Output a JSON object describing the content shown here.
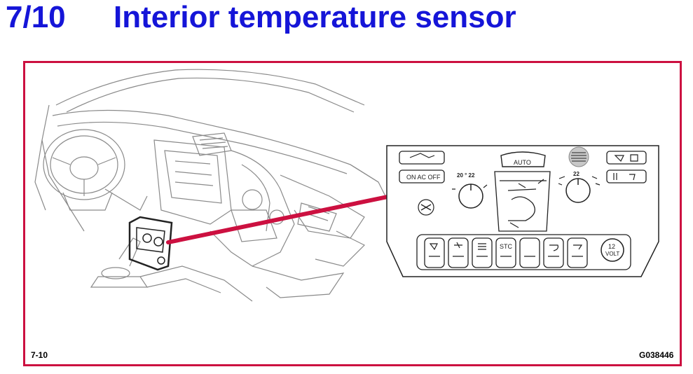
{
  "header": {
    "page_number": "7/10",
    "title": "Interior temperature sensor"
  },
  "figure": {
    "label_left": "7-10",
    "label_right": "G038446"
  },
  "panel": {
    "auto_label": "AUTO",
    "ac_label": "ON AC OFF",
    "stc_label": "STC",
    "volt_num": "12",
    "volt_label": "VOLT",
    "left_temp_scale": "20 ° 22",
    "right_temp_scale": "22"
  },
  "colors": {
    "title": "#1515d8",
    "frame": "#cc1040",
    "pointer": "#cc1040",
    "line_art": "#777777"
  }
}
